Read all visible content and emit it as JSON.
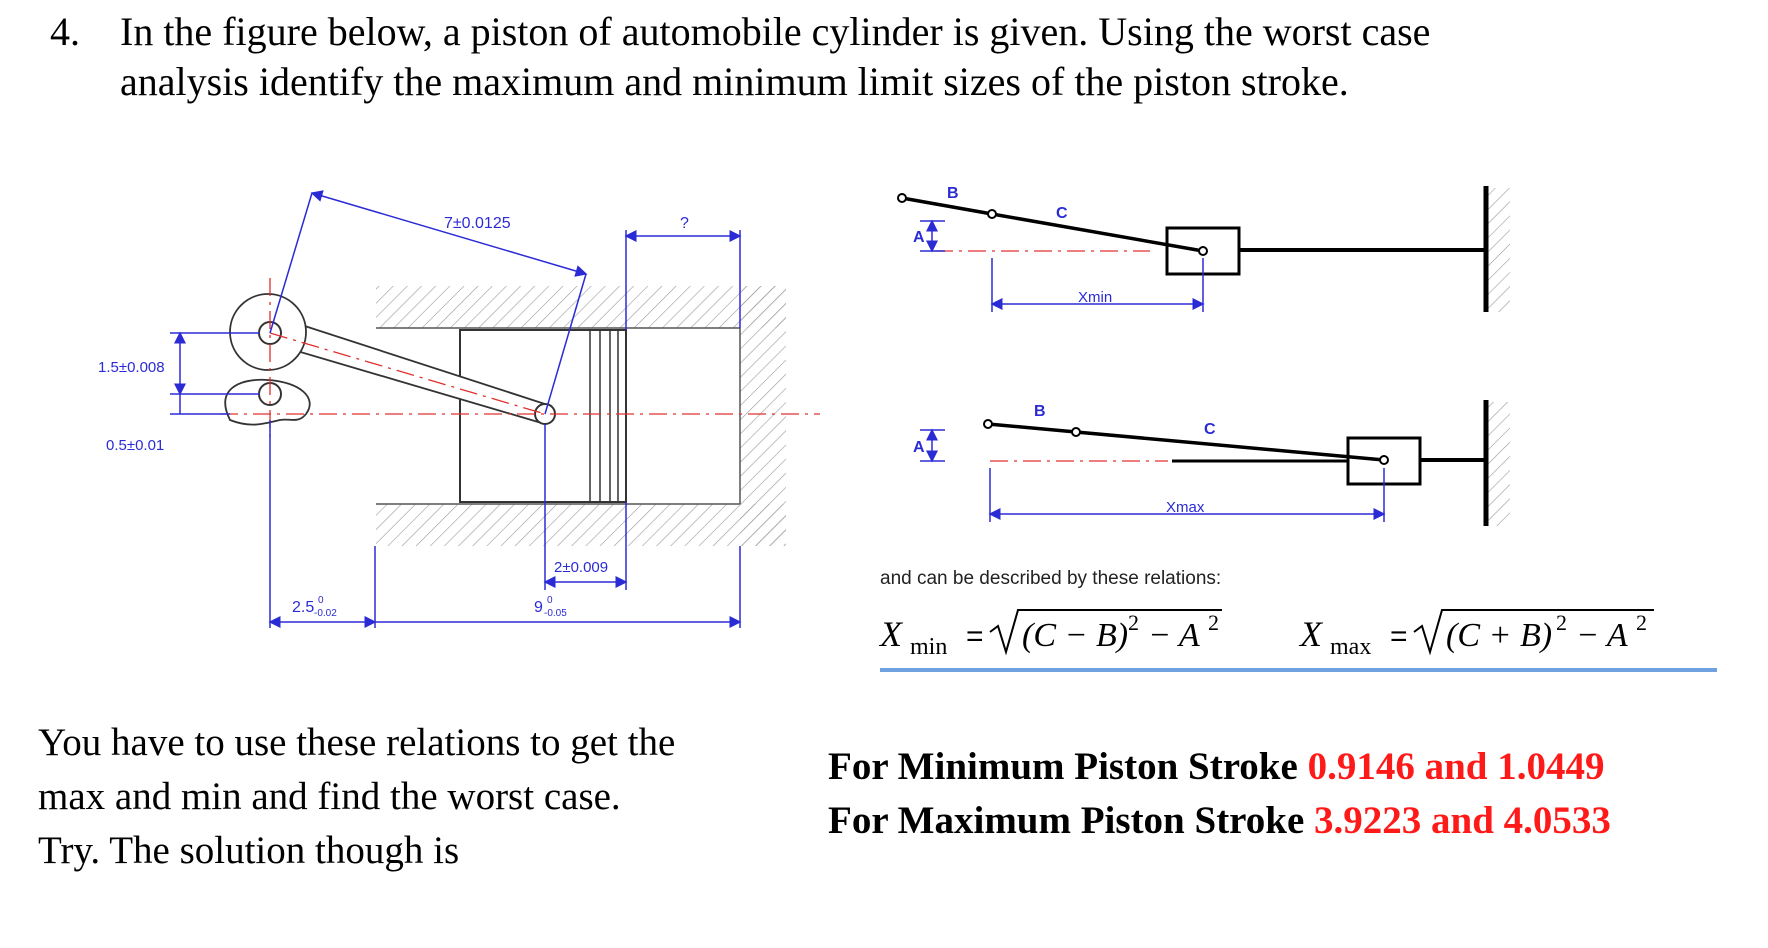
{
  "question": {
    "number": "4.",
    "line1": "In the figure below, a piston of automobile cylinder is given. Using the worst case",
    "line2": "analysis identify the maximum and minimum limit sizes of the piston stroke."
  },
  "drawing": {
    "dim_7": "7±0.0125",
    "dim_unknown": "?",
    "dim_1_5": "1.5±0.008",
    "dim_0_5": "0.5±0.01",
    "dim_2": "2±0.009",
    "dim_2_5_base": "2.5",
    "dim_2_5_upper": "0",
    "dim_2_5_lower": "-0.02",
    "dim_9_base": "9",
    "dim_9_upper": "0",
    "dim_9_lower": "-0.05"
  },
  "mechanism": {
    "top": {
      "label_a": "A",
      "label_b": "B",
      "label_c": "C",
      "dim_label": "Xmin"
    },
    "bottom": {
      "label_a": "A",
      "label_b": "B",
      "label_c": "C",
      "dim_label": "Xmax"
    },
    "relations_caption": "and can be described by these relations:",
    "formula_min": {
      "lhs_var": "X",
      "lhs_sub": "min",
      "eq": "=",
      "inner": "(C − B)",
      "exp": "2",
      "minus": "− A",
      "a_exp": "2"
    },
    "formula_max": {
      "lhs_var": "X",
      "lhs_sub": "max",
      "eq": "=",
      "inner": "(C + B)",
      "exp": "2",
      "minus": "− A",
      "a_exp": "2"
    }
  },
  "note": {
    "line1": "You have to use these relations to get the",
    "line2": "max and min and find the worst case.",
    "line3": "Try. The solution though is"
  },
  "answers": {
    "min_label": "For Minimum Piston Stroke ",
    "min_values": "0.9146 and 1.0449",
    "max_label": "For Maximum Piston Stroke ",
    "max_values": "3.9223 and 4.0533"
  },
  "colors": {
    "dimension_blue": "#2b2bd6",
    "answer_red": "#ff1a1a",
    "rule_blue": "#6fa0e0",
    "centerline_red": "#e03030"
  }
}
